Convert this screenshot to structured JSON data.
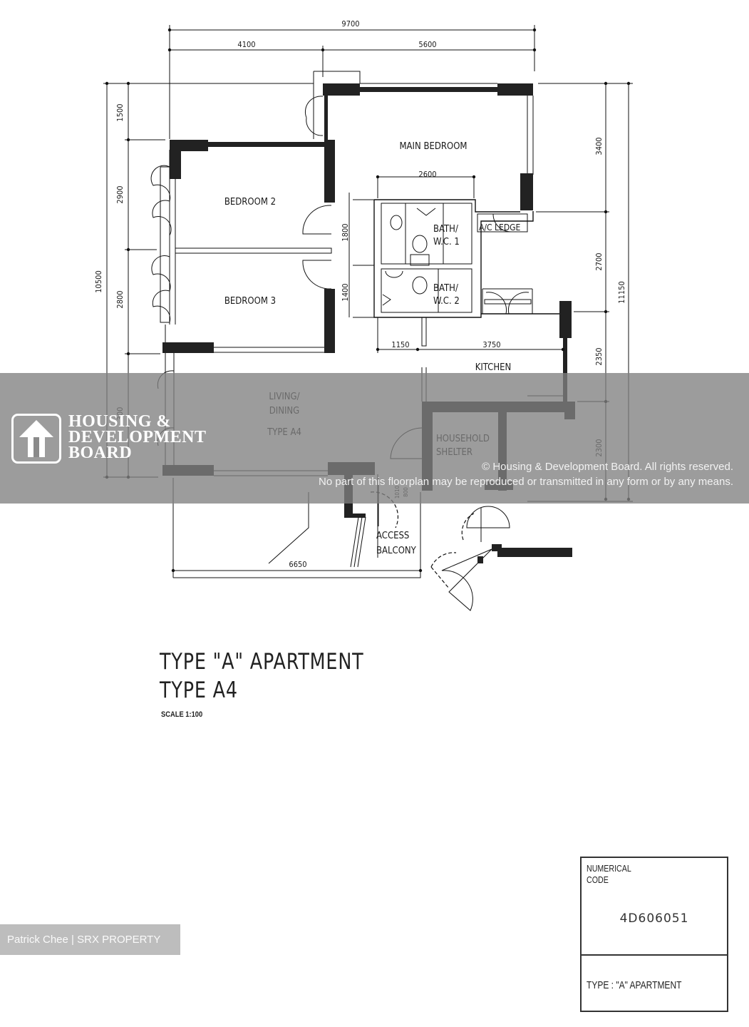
{
  "plan": {
    "dimensions": {
      "top_total": "9700",
      "top_left": "4100",
      "top_right": "5600",
      "left_total": "10500",
      "left_1": "1500",
      "left_2": "2900",
      "left_3": "2800",
      "left_4": "300",
      "right_total": "11150",
      "right_1": "3400",
      "right_2": "2700",
      "right_3": "2350",
      "right_4": "2300",
      "bath_width": "2600",
      "bath1_height": "1800",
      "bath2_height": "1400",
      "kitchen_left": "1150",
      "kitchen_right": "3750",
      "bottom_width": "6650",
      "small_1": "1010",
      "small_2": "800"
    },
    "rooms": {
      "main_bedroom": "MAIN BEDROOM",
      "bedroom2": "BEDROOM 2",
      "bedroom3": "BEDROOM 3",
      "bath1_l1": "BATH/",
      "bath1_l2": "W.C. 1",
      "bath2_l1": "BATH/",
      "bath2_l2": "W.C. 2",
      "ac_ledge": "A/C LEDGE",
      "kitchen": "KITCHEN",
      "living_l1": "LIVING/",
      "living_l2": "DINING",
      "living_l3": "TYPE A4",
      "shelter_l1": "HOUSEHOLD",
      "shelter_l2": "SHELTER",
      "access_l1": "ACCESS",
      "access_l2": "BALCONY"
    }
  },
  "watermark": {
    "org_line1": "HOUSING &",
    "org_line2": "DEVELOPMENT",
    "org_line3": "BOARD",
    "copyright": "© Housing & Development Board. All rights reserved.",
    "notice": "No part of this floorplan may be reproduced or transmitted in any form or by any means."
  },
  "titles": {
    "apartment_type": "TYPE \"A\" APARTMENT",
    "subtype": "TYPE A4",
    "scale": "SCALE 1:100"
  },
  "code_box": {
    "label_line1": "NUMERICAL",
    "label_line2": "CODE",
    "value": "4D606051",
    "type": "TYPE : \"A\" APARTMENT"
  },
  "agent_badge": {
    "text": "Patrick Chee | SRX PROPERTY"
  },
  "colors": {
    "wall": "#222222",
    "banner": "#808080",
    "agent_badge": "#bdbdbd"
  }
}
